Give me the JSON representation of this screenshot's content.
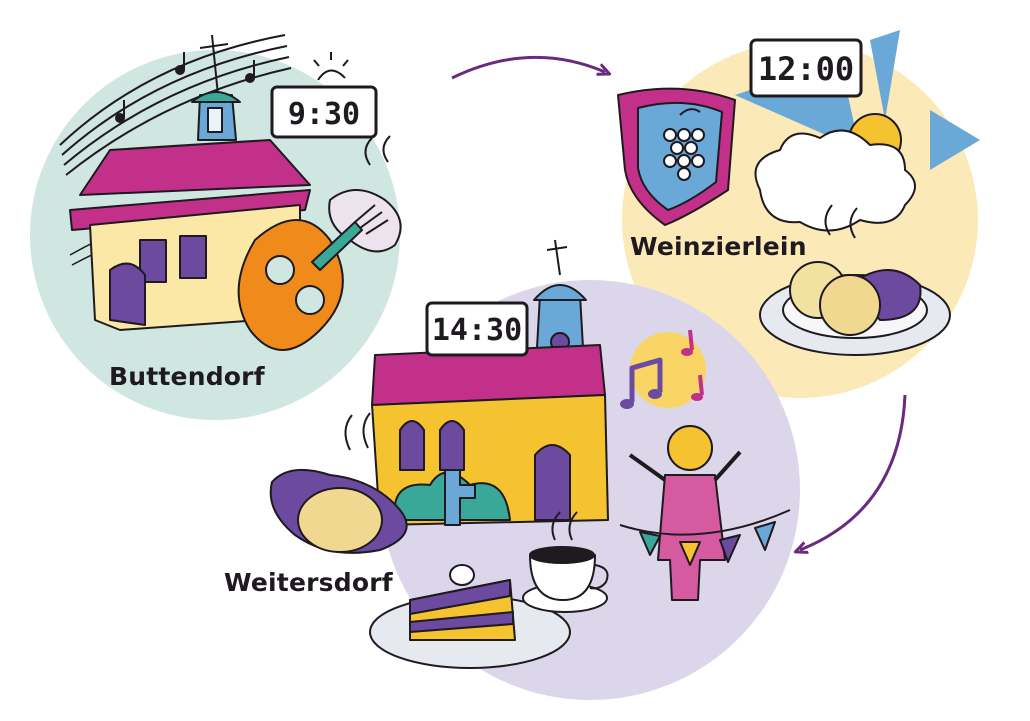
{
  "stops": [
    {
      "name": "Buttendorf",
      "time": "9:30"
    },
    {
      "name": "Weinzierlein",
      "time": "12:00"
    },
    {
      "name": "Weitersdorf",
      "time": "14:30"
    }
  ],
  "colors": {
    "buttendorf_bg": "#cfe6e1",
    "weinzierlein_bg": "#fbe9b8",
    "weitersdorf_bg": "#dcd6ea",
    "arrow": "#6a2a80",
    "magenta": "#c2308a",
    "yellow": "#f5c230",
    "purple": "#6b4aa0",
    "teal": "#3aa898",
    "blue": "#6aa8d8",
    "ink": "#1e1a20"
  },
  "icons": [
    "music-notes-icon",
    "sun-icon",
    "pretzel-icon",
    "sausage-icon",
    "fork-icon",
    "coat-of-arms-grapes-icon",
    "cloud-icon",
    "dumplings-plate-icon",
    "cake-slice-icon",
    "coffee-cup-icon",
    "child-icon",
    "bunting-icon"
  ]
}
